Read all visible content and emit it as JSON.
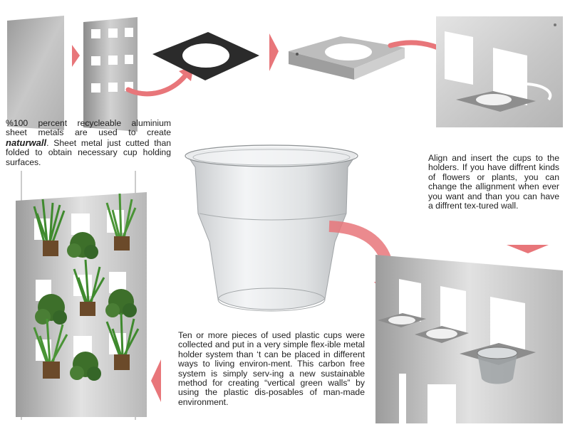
{
  "text_blocks": {
    "recycle_intro": "%100 percent recyclеable aluminium sheet metals are used to create",
    "brand": "naturwall",
    "recycle_rest": ". Sheet metal just cutted than folded to obtain necessary cup holding surfaces.",
    "align": "Align and insert the cups to the holders. If you have diffrent kinds of flowers or plants, you can change the allignment when ever you want and than you can have a diffrent tex-tured wall.",
    "cups": "Ten or more pieces of used plastic cups were collected and put in a very simple flex-ible metal holder system than ‘t can be placed in different ways to living environ-ment. This carbon free system is simply serv-ing a new sustainable method for creating “vertical green walls” by using the plastic dis-posables of man-made environment."
  },
  "colors": {
    "arrow": "#e8767a",
    "metal_light": "#d4d4d4",
    "metal_dark": "#8f8f8f",
    "black_sheet": "#2b2b2b",
    "plant": "#3f8a2e",
    "pot": "#6b4a2a"
  }
}
